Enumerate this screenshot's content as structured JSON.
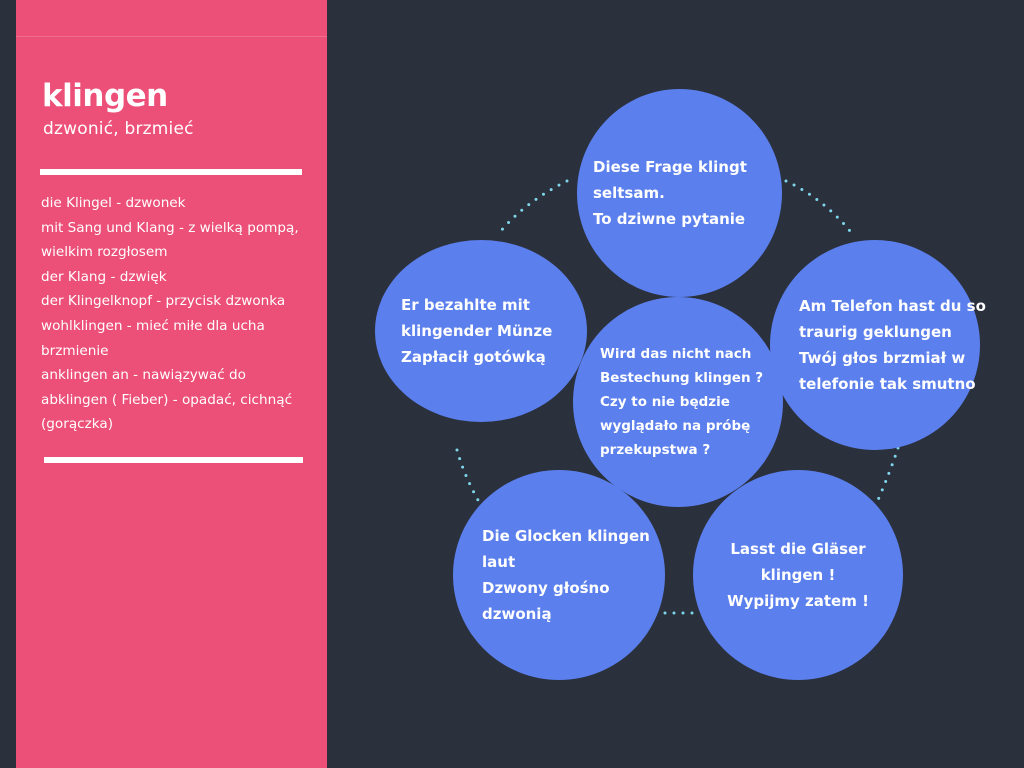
{
  "sidebar": {
    "title": "klingen",
    "subtitle": "dzwonić, brzmieć",
    "vocab": [
      "die Klingel - dzwonek",
      "mit Sang und Klang - z wielką pompą,",
      "wielkim rozgłosem",
      "der Klang - dzwięk",
      "der Klingelknopf - przycisk dzwonka",
      "wohlklingen - mieć miłe dla ucha",
      "brzmienie",
      "anklingen an - nawiązywać do",
      "abklingen ( Fieber) - opadać, cichnąć",
      "(gorączka)"
    ]
  },
  "diagram": {
    "center": [
      "Wird das nicht nach",
      "Bestechung klingen ?",
      "Czy to nie będzie",
      "wyglądało na próbę",
      "przekupstwa ?"
    ],
    "top": [
      "Diese Frage klingt",
      "seltsam.",
      "To dziwne pytanie"
    ],
    "right": [
      "Am Telefon hast du so",
      "traurig geklungen",
      "Twój głos brzmiał w",
      "telefonie tak smutno"
    ],
    "bottom_right": [
      "Lasst die Gläser",
      "klingen !",
      "Wypijmy zatem !"
    ],
    "bottom_left": [
      "Die Glocken klingen",
      "laut",
      "Dzwony głośno",
      "dzwonią"
    ],
    "left": [
      "Er bezahlte mit",
      "klingender Münze",
      "Zapłacił gotówką"
    ]
  },
  "colors": {
    "background": "#2a303c",
    "sidebar": "#ec4f77",
    "circle": "#5b7fec",
    "connector": "#7fd6ea",
    "text": "#ffffff"
  }
}
